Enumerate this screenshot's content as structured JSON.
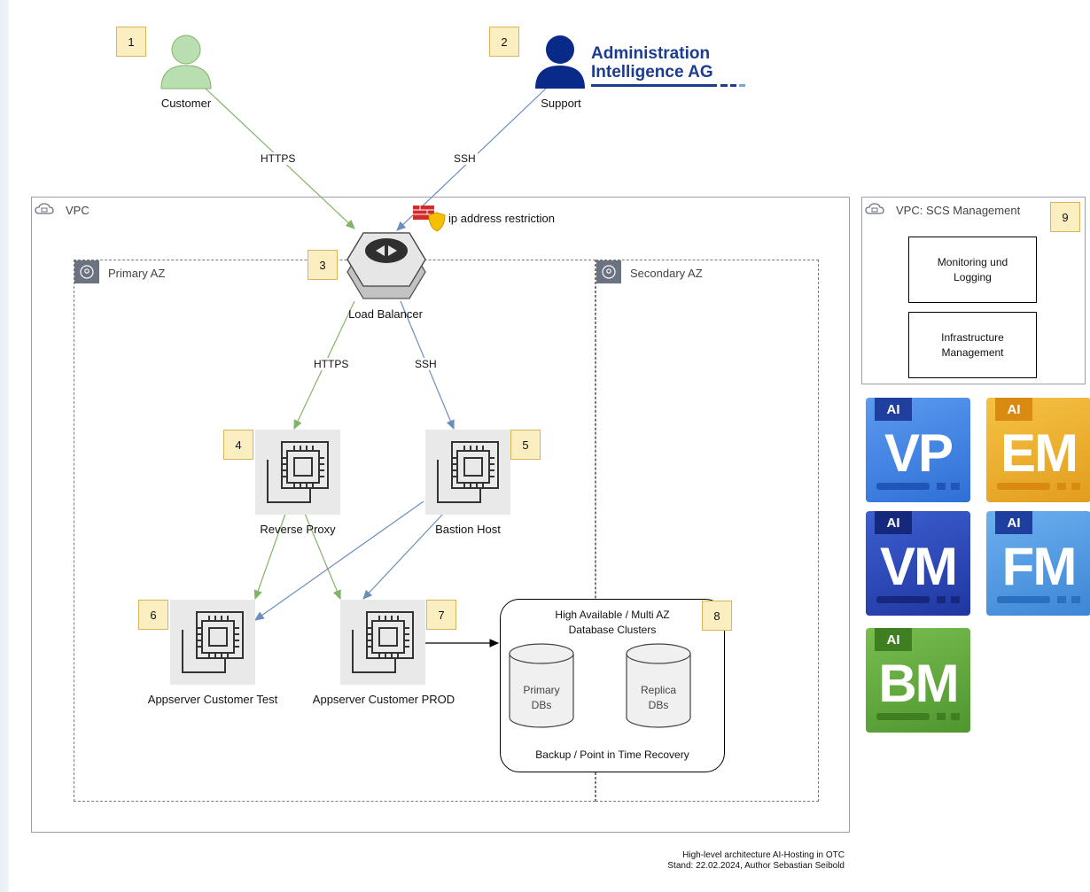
{
  "actors": {
    "customer": {
      "label": "Customer",
      "badge": "1"
    },
    "support": {
      "label": "Support",
      "badge": "2"
    },
    "brand": {
      "line1": "Administration",
      "line2": "Intelligence AG"
    }
  },
  "edges": {
    "customer_lb": "HTTPS",
    "support_lb": "SSH",
    "lb_proxy": "HTTPS",
    "lb_bastion": "SSH"
  },
  "ip_restriction": "ip address restriction",
  "vpc": {
    "label": "VPC"
  },
  "primary_az": {
    "label": "Primary AZ"
  },
  "secondary_az": {
    "label": "Secondary AZ"
  },
  "nodes": {
    "load_balancer": {
      "label": "Load Balancer",
      "badge": "3"
    },
    "reverse_proxy": {
      "label": "Reverse Proxy",
      "badge": "4"
    },
    "bastion_host": {
      "label": "Bastion Host",
      "badge": "5"
    },
    "app_test": {
      "label": "Appserver Customer Test",
      "badge": "6"
    },
    "app_prod": {
      "label": "Appserver Customer PROD",
      "badge": "7"
    }
  },
  "db_cluster": {
    "badge": "8",
    "title_line1": "High Available / Multi AZ",
    "title_line2": "Database Clusters",
    "primary_line1": "Primary",
    "primary_line2": "DBs",
    "replica_line1": "Replica",
    "replica_line2": "DBs",
    "footer": "Backup / Point in Time Recovery"
  },
  "mgmt_vpc": {
    "label": "VPC: SCS Management",
    "badge": "9",
    "box1_line1": "Monitoring und",
    "box1_line2": "Logging",
    "box2_line1": "Infrastructure",
    "box2_line2": "Management"
  },
  "tiles": [
    {
      "prefix": "AI",
      "code": "VP",
      "color": "#3f7ee0"
    },
    {
      "prefix": "AI",
      "code": "EM",
      "color": "#eeaa22"
    },
    {
      "prefix": "AI",
      "code": "VM",
      "color": "#2a49b8"
    },
    {
      "prefix": "AI",
      "code": "FM",
      "color": "#4a95dd"
    },
    {
      "prefix": "AI",
      "code": "BM",
      "color": "#5aa23a"
    }
  ],
  "footer": {
    "line1": "High-level architecture AI-Hosting in OTC",
    "line2": "Stand: 22.02.2024, Author Sebastian Seibold"
  },
  "colors": {
    "green_edge": "#82b366",
    "blue_edge": "#6c8ebf",
    "badge_fill": "#fbefc2",
    "customer_green": "#b9dfb0",
    "support_navy": "#0a2a8a"
  }
}
